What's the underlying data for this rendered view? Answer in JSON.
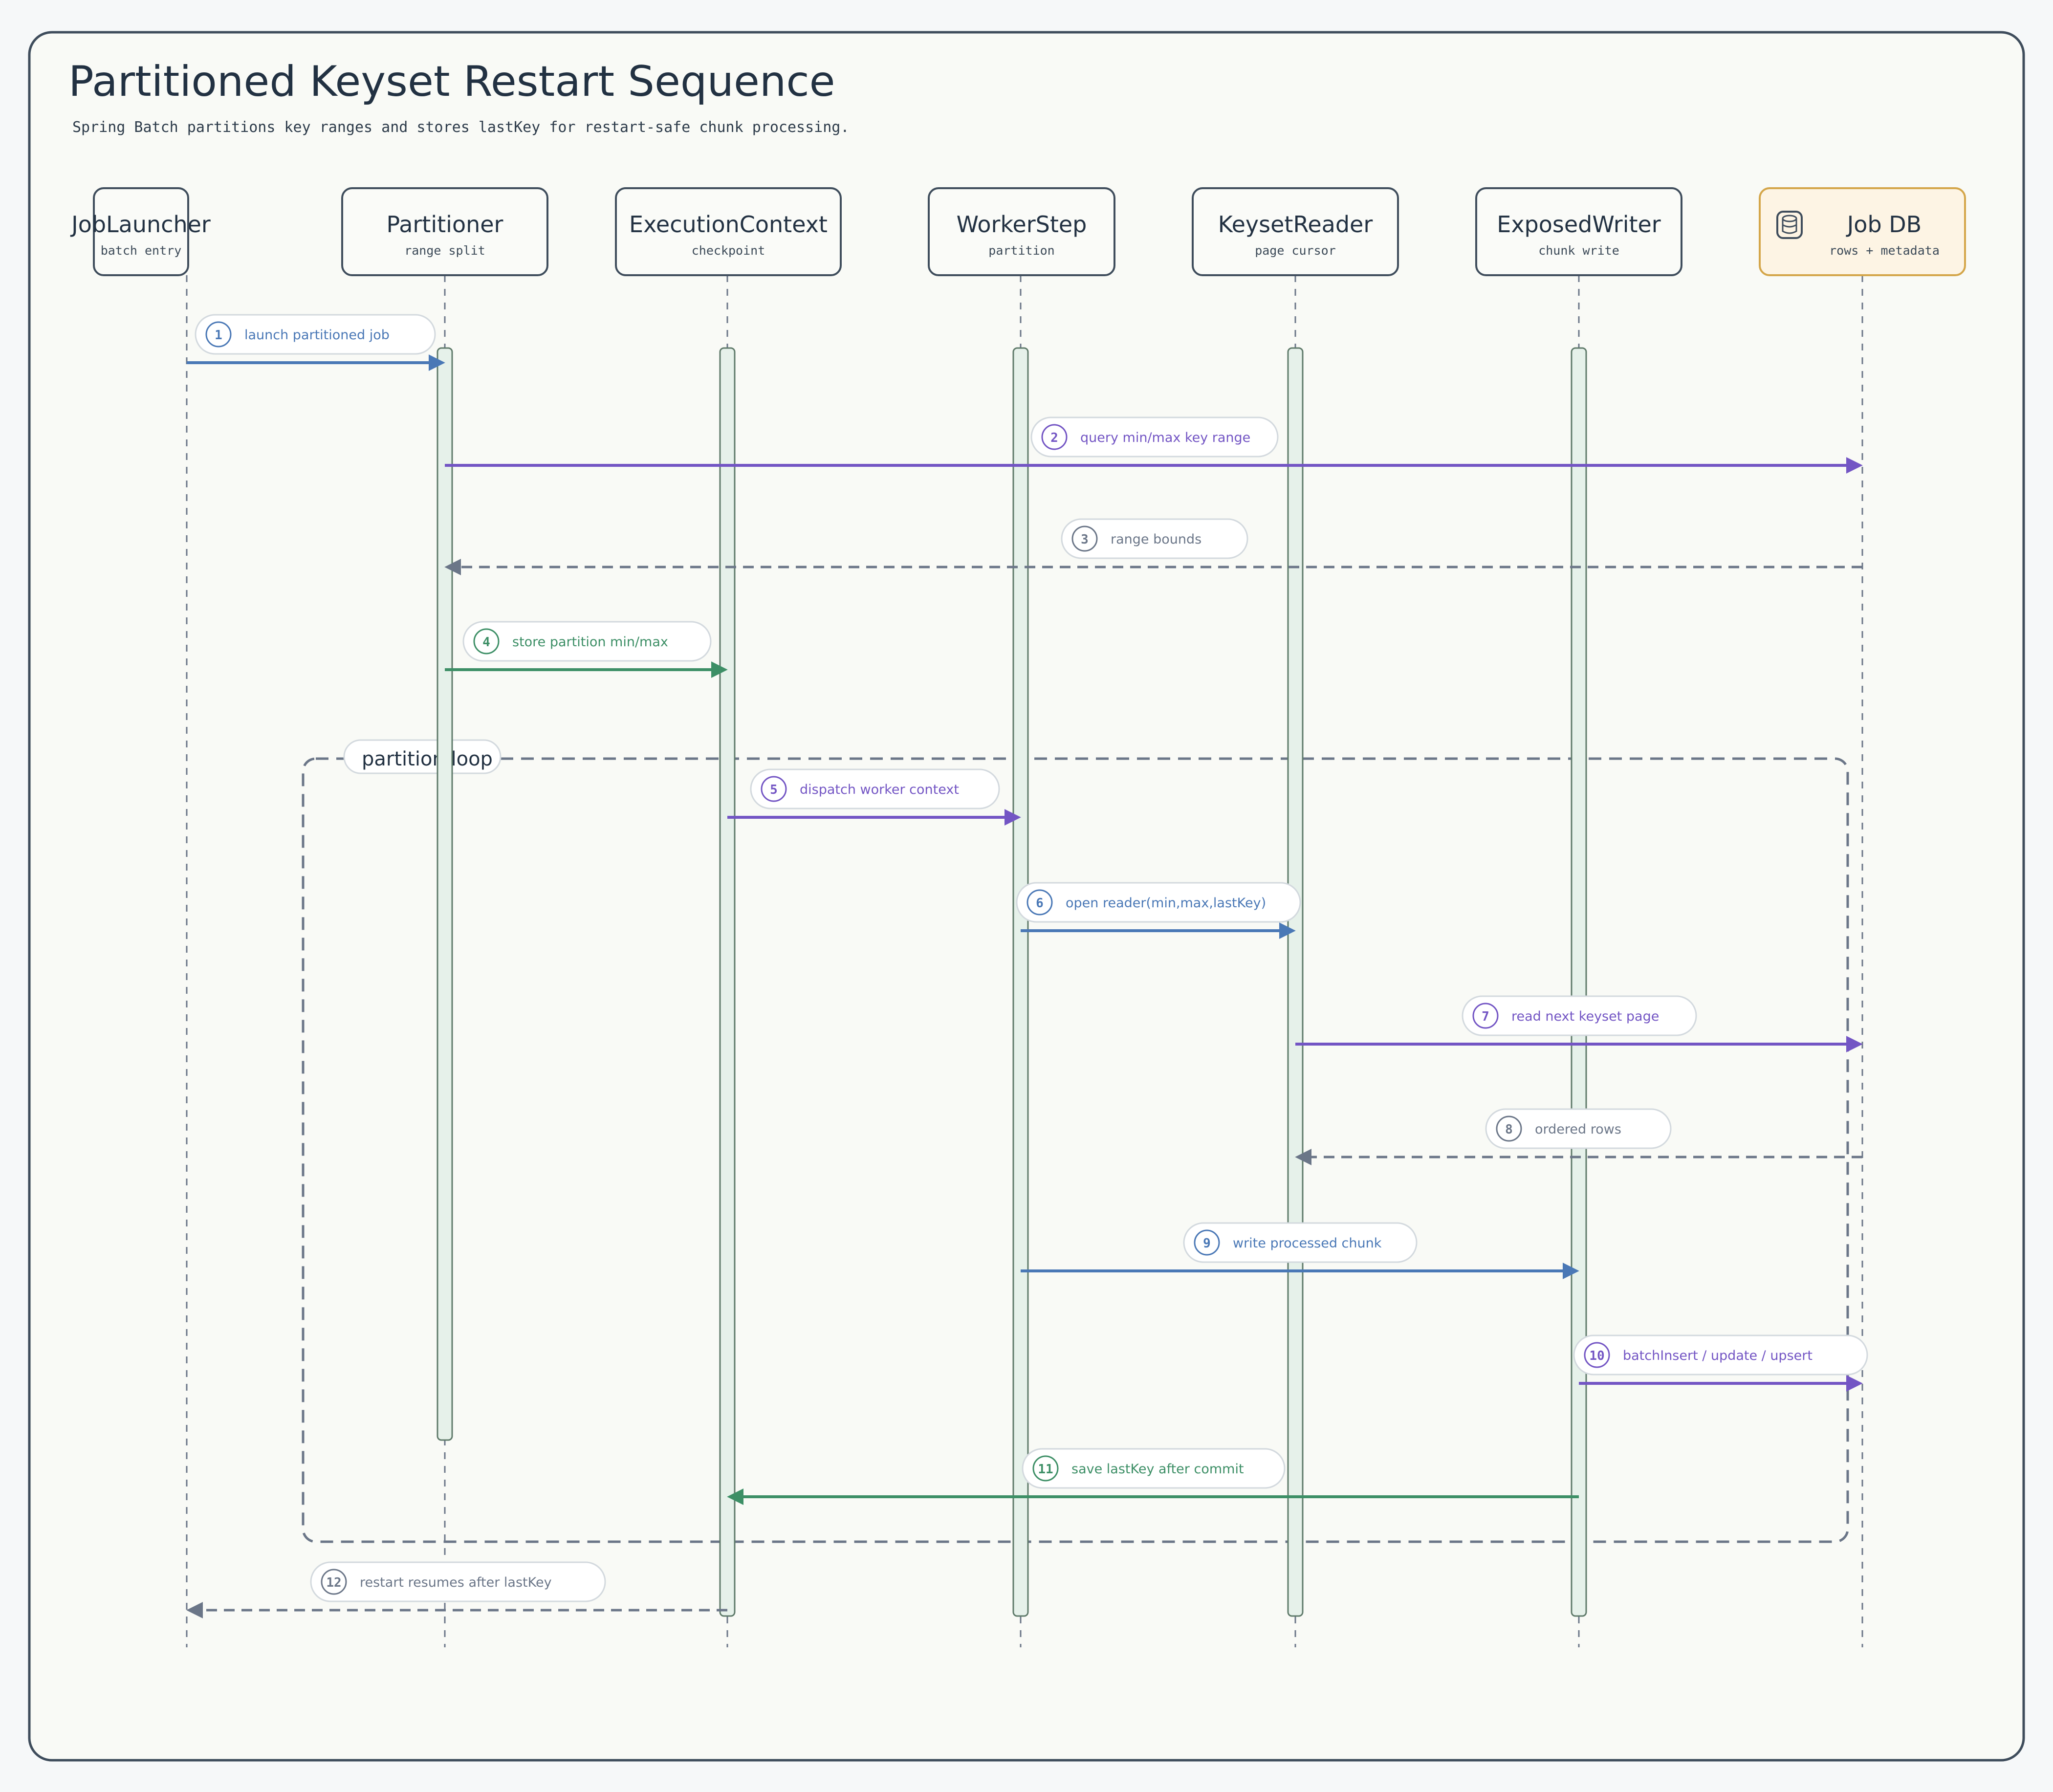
{
  "title": "Partitioned Keyset Restart Sequence",
  "subtitle": "Spring Batch partitions key ranges and stores lastKey for restart-safe chunk processing.",
  "colors": {
    "blue": "#4a78b6",
    "purple": "#7355c4",
    "green": "#3d8f66",
    "gray": "#6b7688",
    "db_border": "#d4a64a",
    "db_fill": "#fdf4e4"
  },
  "participants": [
    {
      "id": "launcher",
      "name": "JobLauncher",
      "sub": "batch entry"
    },
    {
      "id": "partitioner",
      "name": "Partitioner",
      "sub": "range split"
    },
    {
      "id": "context",
      "name": "ExecutionContext",
      "sub": "checkpoint"
    },
    {
      "id": "worker",
      "name": "WorkerStep",
      "sub": "partition"
    },
    {
      "id": "reader",
      "name": "KeysetReader",
      "sub": "page cursor"
    },
    {
      "id": "writer",
      "name": "ExposedWriter",
      "sub": "chunk write"
    },
    {
      "id": "db",
      "name": "Job DB",
      "sub": "rows + metadata",
      "icon": "database-icon"
    }
  ],
  "loop": {
    "label": "partition loop"
  },
  "messages": [
    {
      "n": "1",
      "label": "launch partitioned job",
      "from": "launcher",
      "to": "partitioner",
      "kind": "call",
      "color": "blue"
    },
    {
      "n": "2",
      "label": "query min/max key range",
      "from": "partitioner",
      "to": "db",
      "kind": "call",
      "color": "purple"
    },
    {
      "n": "3",
      "label": "range bounds",
      "from": "db",
      "to": "partitioner",
      "kind": "return",
      "color": "gray"
    },
    {
      "n": "4",
      "label": "store partition min/max",
      "from": "partitioner",
      "to": "context",
      "kind": "call",
      "color": "green"
    },
    {
      "n": "5",
      "label": "dispatch worker context",
      "from": "context",
      "to": "worker",
      "kind": "call",
      "color": "purple"
    },
    {
      "n": "6",
      "label": "open reader(min,max,lastKey)",
      "from": "worker",
      "to": "reader",
      "kind": "call",
      "color": "blue"
    },
    {
      "n": "7",
      "label": "read next keyset page",
      "from": "reader",
      "to": "db",
      "kind": "call",
      "color": "purple"
    },
    {
      "n": "8",
      "label": "ordered rows",
      "from": "db",
      "to": "reader",
      "kind": "return",
      "color": "gray"
    },
    {
      "n": "9",
      "label": "write processed chunk",
      "from": "worker",
      "to": "writer",
      "kind": "call",
      "color": "blue"
    },
    {
      "n": "10",
      "label": "batchInsert / update / upsert",
      "from": "writer",
      "to": "db",
      "kind": "call",
      "color": "purple"
    },
    {
      "n": "11",
      "label": "save lastKey after commit",
      "from": "writer",
      "to": "context",
      "kind": "call",
      "color": "green"
    },
    {
      "n": "12",
      "label": "restart resumes after lastKey",
      "from": "context",
      "to": "launcher",
      "kind": "return",
      "color": "gray"
    }
  ]
}
